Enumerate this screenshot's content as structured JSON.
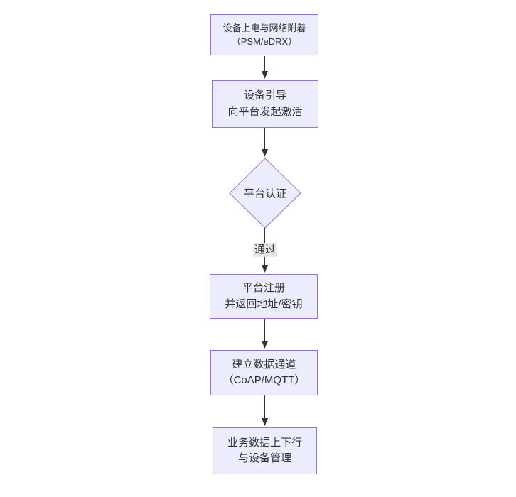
{
  "diagram": {
    "kind": "flowchart",
    "direction": "top-down",
    "colors": {
      "node_fill": "#ECECFF",
      "node_border": "#9370DB",
      "node_text": "#333333",
      "edge_line": "#333333",
      "arrowhead": "#333333",
      "edge_label_bg": "#e8e8e8",
      "edge_label_text": "#333333",
      "background": "#ffffff"
    },
    "nodes": [
      {
        "id": "power-attach",
        "shape": "rect",
        "line1": "设备上电与网络附着",
        "line2": "（PSM/eDRX）"
      },
      {
        "id": "bootstrap",
        "shape": "rect",
        "line1": "设备引导",
        "line2": "向平台发起激活"
      },
      {
        "id": "platform-auth",
        "shape": "diamond",
        "line1": "平台认证",
        "line2": ""
      },
      {
        "id": "register",
        "shape": "rect",
        "line1": "平台注册",
        "line2": "并返回地址/密钥"
      },
      {
        "id": "data-channel",
        "shape": "rect",
        "line1": "建立数据通道",
        "line2": "（CoAP/MQTT）"
      },
      {
        "id": "business",
        "shape": "rect",
        "line1": "业务数据上下行",
        "line2": "与设备管理"
      }
    ],
    "edges": [
      {
        "from": "power-attach",
        "to": "bootstrap",
        "label": ""
      },
      {
        "from": "bootstrap",
        "to": "platform-auth",
        "label": ""
      },
      {
        "from": "platform-auth",
        "to": "register",
        "label": "通过"
      },
      {
        "from": "register",
        "to": "data-channel",
        "label": ""
      },
      {
        "from": "data-channel",
        "to": "business",
        "label": ""
      }
    ]
  }
}
